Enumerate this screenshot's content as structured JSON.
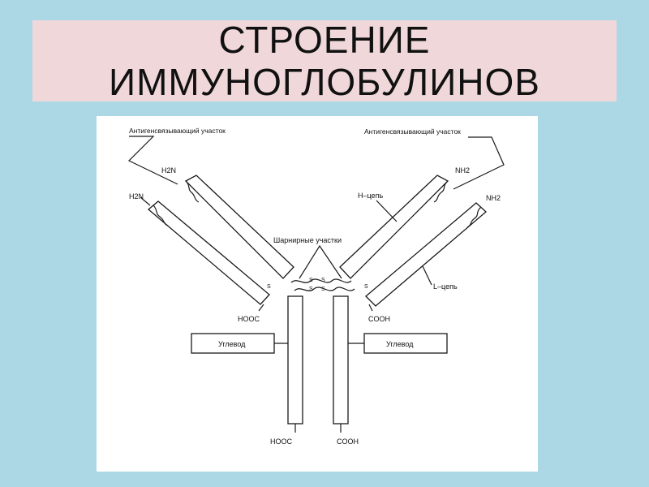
{
  "slide": {
    "title_line1": "СТРОЕНИЕ",
    "title_line2": "ИММУНОГЛОБУЛИНОВ"
  },
  "diagram": {
    "antigen_site_left": "Антигенсвязывающий участок",
    "antigen_site_right": "Антигенсвязывающий участок",
    "h2n_upper": "H2N",
    "h2n_lower": "H2N",
    "nh2_upper": "NH2",
    "nh2_lower": "NH2",
    "h_chain": "H–цепь",
    "l_chain": "L–цепь",
    "hinge": "Шарнирные участки",
    "hooc_left": "HOOC",
    "cooh_right": "COOH",
    "carb_left": "Углевод",
    "carb_right": "Углевод",
    "hooc_bottom": "HOOC",
    "cooh_bottom": "COOH",
    "ss": "S"
  },
  "colors": {
    "background": "#acd8e6",
    "title_band": "#f0d8da",
    "panel": "#ffffff",
    "ink": "#1a1a1a"
  }
}
